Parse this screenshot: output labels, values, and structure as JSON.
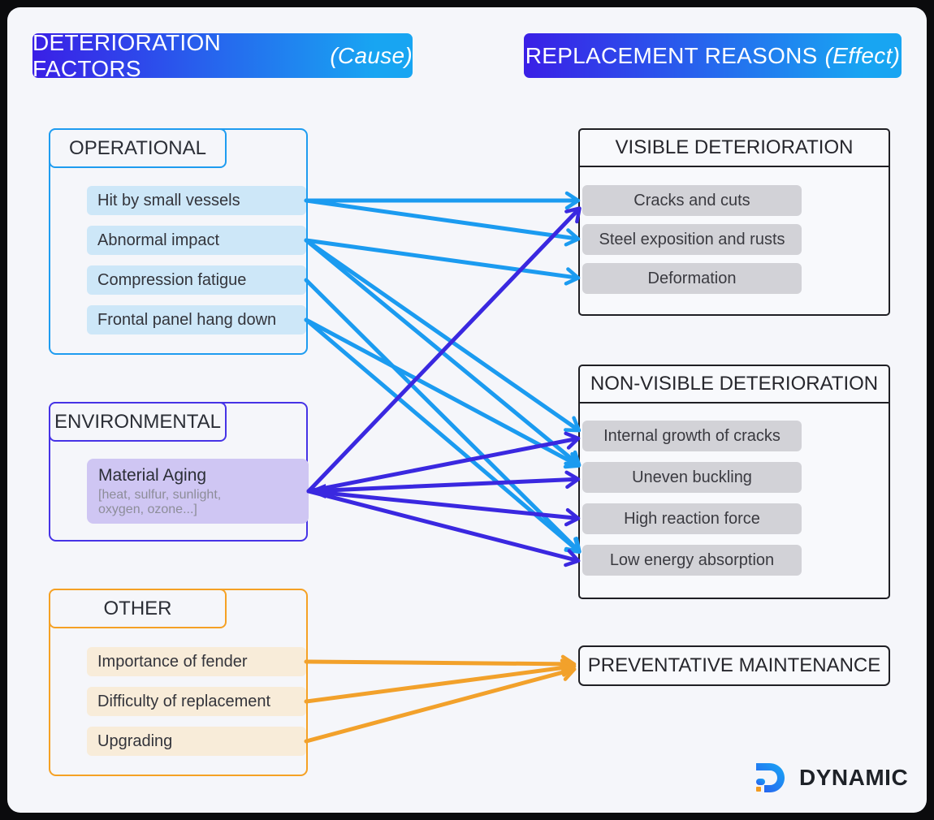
{
  "theme": {
    "page_bg": "#f5f6fa",
    "frame_bg": "#0b0b0d",
    "header_gradient": [
      "#3a1fe6",
      "#18a5f2"
    ],
    "operational_accent": "#1e9cf0",
    "environmental_accent": "#4633e6",
    "other_accent": "#f5a124",
    "effect_border": "#1f1f24",
    "arrows": {
      "cyan": "#1b9bf0",
      "indigo": "#3a28e0",
      "orange": "#f2a12b"
    }
  },
  "headers": {
    "left": {
      "title": "DETERIORATION FACTORS",
      "qualifier": "(Cause)"
    },
    "right": {
      "title": "REPLACEMENT REASONS",
      "qualifier": "(Effect)"
    }
  },
  "cause_groups": {
    "operational": {
      "label": "OPERATIONAL",
      "items": [
        {
          "id": "hit-by-small-vessels",
          "label": "Hit by small vessels"
        },
        {
          "id": "abnormal-impact",
          "label": "Abnormal impact"
        },
        {
          "id": "compression-fatigue",
          "label": "Compression fatigue"
        },
        {
          "id": "frontal-panel-hang-down",
          "label": "Frontal panel hang down"
        }
      ]
    },
    "environmental": {
      "label": "ENVIRONMENTAL",
      "items": [
        {
          "id": "material-aging",
          "label": "Material Aging",
          "note": "[heat, sulfur, sunlight, oxygen, ozone...]"
        }
      ]
    },
    "other": {
      "label": "OTHER",
      "items": [
        {
          "id": "importance-of-fender",
          "label": "Importance of fender"
        },
        {
          "id": "difficulty-of-replacement",
          "label": "Difficulty of replacement"
        },
        {
          "id": "upgrading",
          "label": "Upgrading"
        }
      ]
    }
  },
  "effect_groups": {
    "visible": {
      "title": "VISIBLE DETERIORATION",
      "items": [
        {
          "id": "cracks-and-cuts",
          "label": "Cracks and cuts"
        },
        {
          "id": "steel-exposition-and-rusts",
          "label": "Steel exposition and rusts"
        },
        {
          "id": "deformation",
          "label": "Deformation"
        }
      ]
    },
    "nonvisible": {
      "title": "NON-VISIBLE DETERIORATION",
      "items": [
        {
          "id": "internal-growth-of-cracks",
          "label": "Internal growth of cracks"
        },
        {
          "id": "uneven-buckling",
          "label": "Uneven buckling"
        },
        {
          "id": "high-reaction-force",
          "label": "High reaction force"
        },
        {
          "id": "low-energy-absorption",
          "label": "Low energy absorption"
        }
      ]
    },
    "preventative": {
      "title": "PREVENTATIVE MAINTENANCE"
    }
  },
  "connections": [
    {
      "from": "hit-by-small-vessels",
      "to": "cracks-and-cuts",
      "color": "cyan",
      "tdy": 0
    },
    {
      "from": "hit-by-small-vessels",
      "to": "steel-exposition-and-rusts",
      "color": "cyan",
      "tdy": 0
    },
    {
      "from": "abnormal-impact",
      "to": "deformation",
      "color": "cyan",
      "tdy": 0
    },
    {
      "from": "abnormal-impact",
      "to": "internal-growth-of-cracks",
      "color": "cyan",
      "tdy": -4
    },
    {
      "from": "abnormal-impact",
      "to": "uneven-buckling",
      "color": "cyan",
      "tdy": -12
    },
    {
      "from": "compression-fatigue",
      "to": "low-energy-absorption",
      "color": "cyan",
      "tdy": -7
    },
    {
      "from": "frontal-panel-hang-down",
      "to": "uneven-buckling",
      "color": "cyan",
      "tdy": -12
    },
    {
      "from": "frontal-panel-hang-down",
      "to": "low-energy-absorption",
      "color": "cyan",
      "tdy": -7
    },
    {
      "from": "material-aging",
      "to": "cracks-and-cuts",
      "color": "indigo",
      "tdy": 6
    },
    {
      "from": "material-aging",
      "to": "internal-growth-of-cracks",
      "color": "indigo",
      "tdy": 2
    },
    {
      "from": "material-aging",
      "to": "uneven-buckling",
      "color": "indigo",
      "tdy": 2
    },
    {
      "from": "material-aging",
      "to": "high-reaction-force",
      "color": "indigo",
      "tdy": 0
    },
    {
      "from": "material-aging",
      "to": "low-energy-absorption",
      "color": "indigo",
      "tdy": 2
    },
    {
      "from": "importance-of-fender",
      "to": "preventative-maintenance",
      "color": "orange",
      "tdy": -2
    },
    {
      "from": "difficulty-of-replacement",
      "to": "preventative-maintenance",
      "color": "orange",
      "tdy": 0
    },
    {
      "from": "upgrading",
      "to": "preventative-maintenance",
      "color": "orange",
      "tdy": 3
    }
  ],
  "source_wedge": {
    "anchor": "material-aging",
    "color": "indigo"
  },
  "logo": {
    "text": "DYNAMIC"
  }
}
